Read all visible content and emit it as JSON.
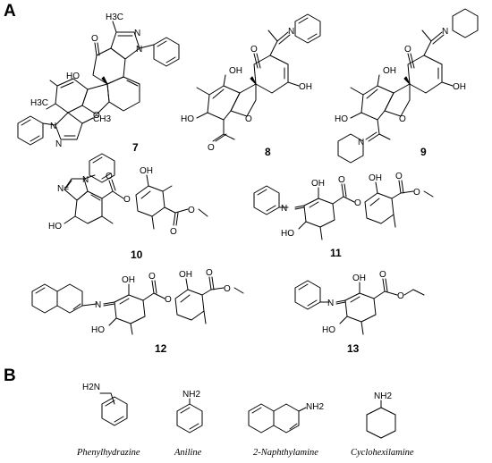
{
  "panels": {
    "a": "A",
    "b": "B"
  },
  "compounds": {
    "c7": "7",
    "c8": "8",
    "c9": "9",
    "c10": "10",
    "c11": "11",
    "c12": "12",
    "c13": "13"
  },
  "atoms": {
    "o": "O",
    "oh": "OH",
    "ho": "HO",
    "h3c": "H3C",
    "ch3": "CH3",
    "n": "N",
    "n_eq": "N=",
    "nh2": "NH2",
    "h2n": "H2N"
  },
  "reagents": {
    "phenylhydrazine": "Phenylhydrazine",
    "aniline": "Aniline",
    "naphthylamine": "2-Naphthylamine",
    "cyclohexilamine": "Cyclohexilamine"
  }
}
